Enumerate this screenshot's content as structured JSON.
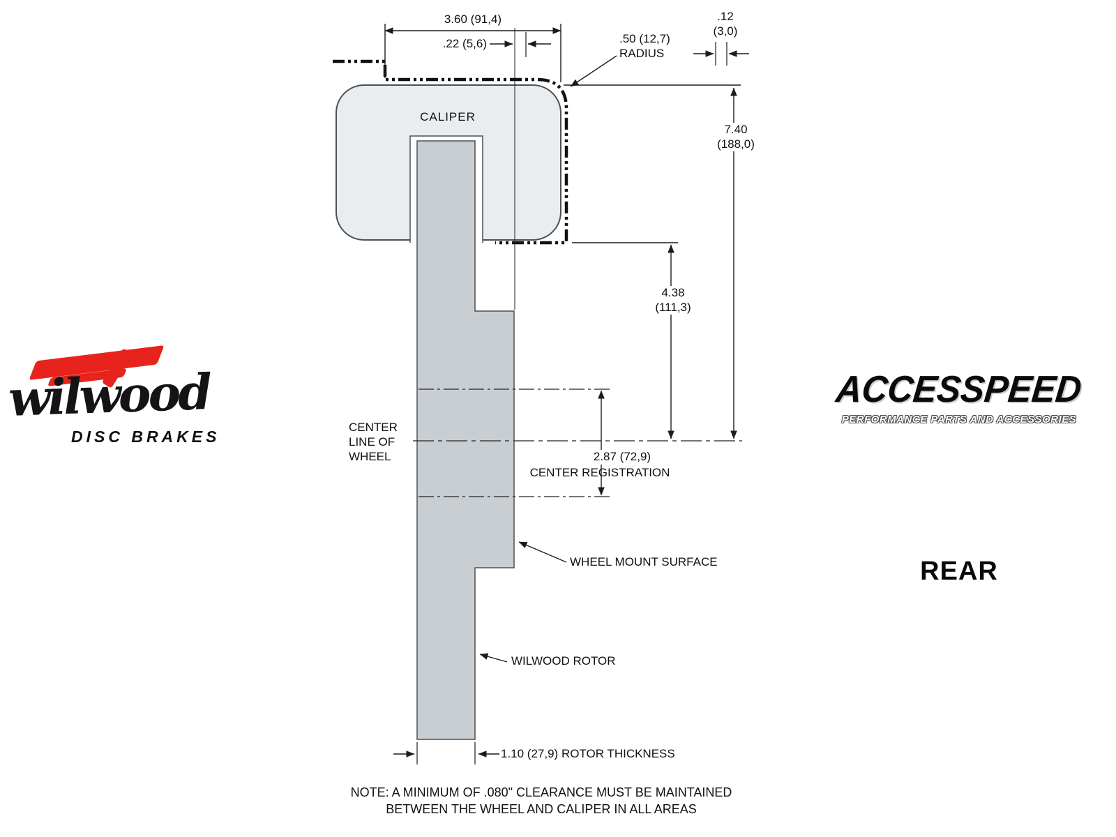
{
  "diagram": {
    "caliper_label": "CALIPER",
    "centerline_label": [
      "CENTER",
      "LINE OF",
      "WHEEL"
    ],
    "wheel_mount_label": "WHEEL MOUNT SURFACE",
    "rotor_label": "WILWOOD ROTOR",
    "note_line1": "NOTE: A MINIMUM OF .080\" CLEARANCE MUST BE MAINTAINED",
    "note_line2": "BETWEEN THE WHEEL AND CALIPER IN ALL AREAS",
    "dims": {
      "caliper_width": "3.60 (91,4)",
      "offset_small": ".22 (5,6)",
      "radius_value": ".50 (12,7)",
      "radius_word": "RADIUS",
      "clearance_in": ".12",
      "clearance_mm": "(3,0)",
      "height_total_in": "7.40",
      "height_total_mm": "(188,0)",
      "height_lower_in": "4.38",
      "height_lower_mm": "(111,3)",
      "center_registration_value": "2.87 (72,9)",
      "center_registration_label": "CENTER REGISTRATION",
      "rotor_thickness": "1.10 (27,9) ROTOR THICKNESS"
    }
  },
  "branding": {
    "wilwood_script": "wilwood",
    "wilwood_sub": "DISC BRAKES",
    "accesspeed": "ACCESSPEED",
    "accesspeed_sub": "PERFORMANCE PARTS AND ACCESSORIES",
    "position_label": "REAR"
  },
  "colors": {
    "rotor_fill": "#c9ced3",
    "caliper_fill": "#eaedef",
    "line": "#1c1c1c",
    "brand_red": "#e8231d"
  }
}
